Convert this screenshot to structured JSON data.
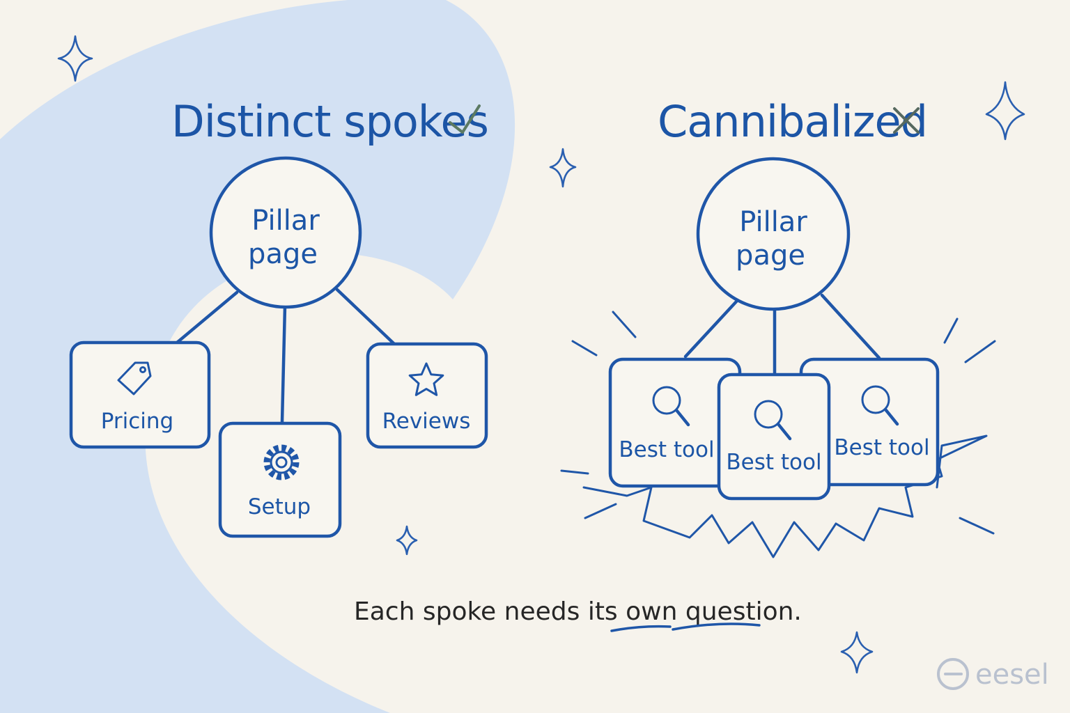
{
  "left": {
    "title": "Distinct spokes",
    "status_icon": "check-icon",
    "pillar": {
      "line1": "Pillar",
      "line2": "page"
    },
    "spokes": [
      {
        "label": "Pricing",
        "icon": "price-tag-icon"
      },
      {
        "label": "Setup",
        "icon": "gear-icon"
      },
      {
        "label": "Reviews",
        "icon": "star-icon"
      }
    ]
  },
  "right": {
    "title": "Cannibalized",
    "status_icon": "cross-icon",
    "pillar": {
      "line1": "Pillar",
      "line2": "page"
    },
    "spokes": [
      {
        "label": "Best tool",
        "icon": "magnifier-icon"
      },
      {
        "label": "Best tool",
        "icon": "magnifier-icon"
      },
      {
        "label": "Best tool",
        "icon": "magnifier-icon"
      }
    ]
  },
  "caption": {
    "before": "Each spoke needs its ",
    "emphasis1": "own",
    "emphasis2": "question",
    "after": "."
  },
  "brand": {
    "name": "eesel",
    "icon": "eesel-logo-icon"
  },
  "colors": {
    "ink": "#1f56a8",
    "background": "#f6f3ec",
    "swoosh": "#d3e1f3",
    "check": "#5c7a62",
    "cross": "#56695f"
  }
}
